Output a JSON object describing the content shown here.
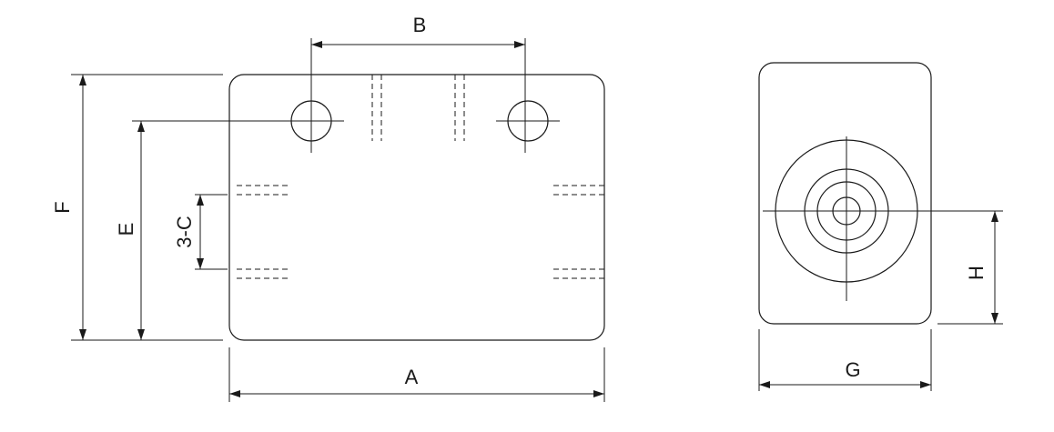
{
  "dimensions": {
    "a": "A",
    "b": "B",
    "c": "3-C",
    "e": "E",
    "f": "F",
    "g": "G",
    "h": "H"
  },
  "colors": {
    "line": "#1a1a1a",
    "background": "#ffffff"
  }
}
